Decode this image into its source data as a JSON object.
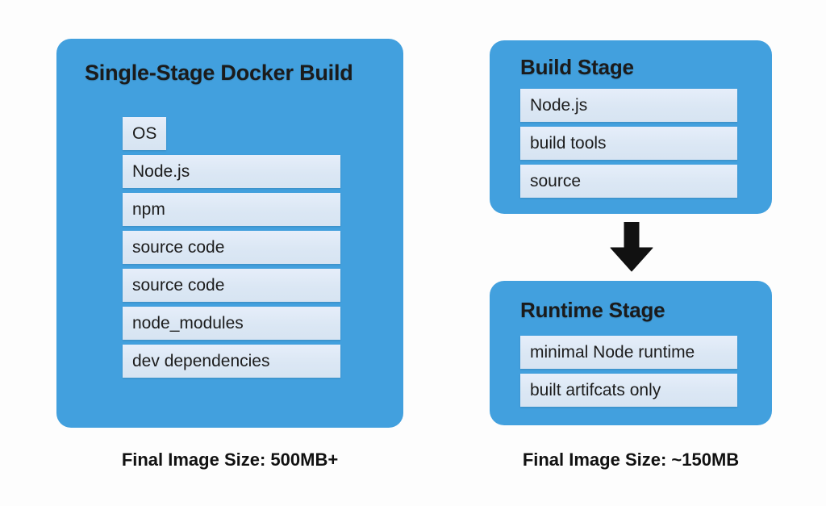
{
  "diagram": {
    "left": {
      "title": "Single-Stage Docker Build",
      "layers": [
        {
          "label": "OS",
          "auto_width": true
        },
        {
          "label": "Node.js",
          "auto_width": false
        },
        {
          "label": "npm",
          "auto_width": false
        },
        {
          "label": "source code",
          "auto_width": false
        },
        {
          "label": "source code",
          "auto_width": false
        },
        {
          "label": "node_modules",
          "auto_width": false
        },
        {
          "label": "dev dependencies",
          "auto_width": false
        }
      ],
      "caption": "Final Image Size: 500MB+"
    },
    "right": {
      "build_stage": {
        "title": "Build Stage",
        "layers": [
          {
            "label": "Node.js"
          },
          {
            "label": "build tools"
          },
          {
            "label": "source"
          }
        ]
      },
      "runtime_stage": {
        "title": "Runtime Stage",
        "layers": [
          {
            "label": "minimal Node runtime"
          },
          {
            "label": "built artifcats only"
          }
        ]
      },
      "arrow": "down-arrow-icon",
      "caption": "Final Image Size: ~150MB"
    }
  },
  "colors": {
    "panel_blue": "#42a0de",
    "row_fill": "#dfe9f5",
    "text_dark": "#1b1b1b",
    "background": "#fdfdfd",
    "arrow_black": "#111111"
  }
}
